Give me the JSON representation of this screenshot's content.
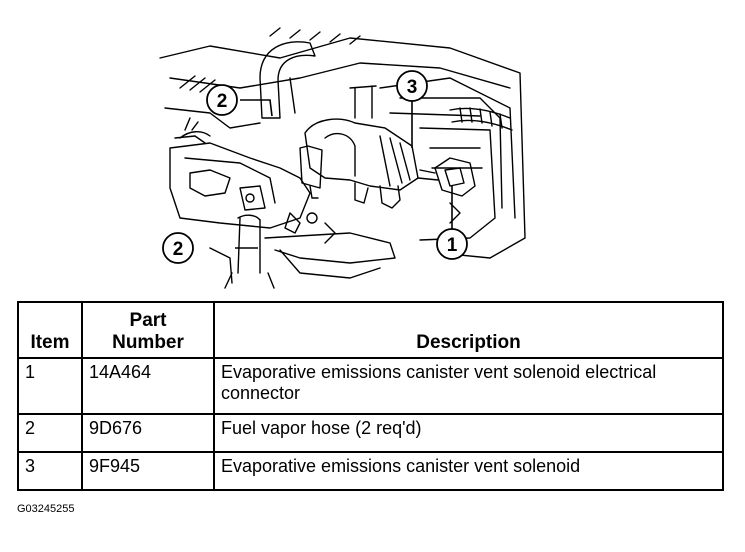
{
  "diagram": {
    "callouts": [
      "2",
      "3",
      "2",
      "1"
    ]
  },
  "table": {
    "headers": [
      "Item",
      "Part Number",
      "Description"
    ],
    "rows": [
      {
        "item": "1",
        "part_number": "14A464",
        "description": "Evaporative emissions canister vent solenoid electrical connector"
      },
      {
        "item": "2",
        "part_number": "9D676",
        "description": "Fuel vapor hose (2 req'd)"
      },
      {
        "item": "3",
        "part_number": "9F945",
        "description": "Evaporative emissions canister vent solenoid"
      }
    ]
  },
  "figure_id": "G03245255"
}
